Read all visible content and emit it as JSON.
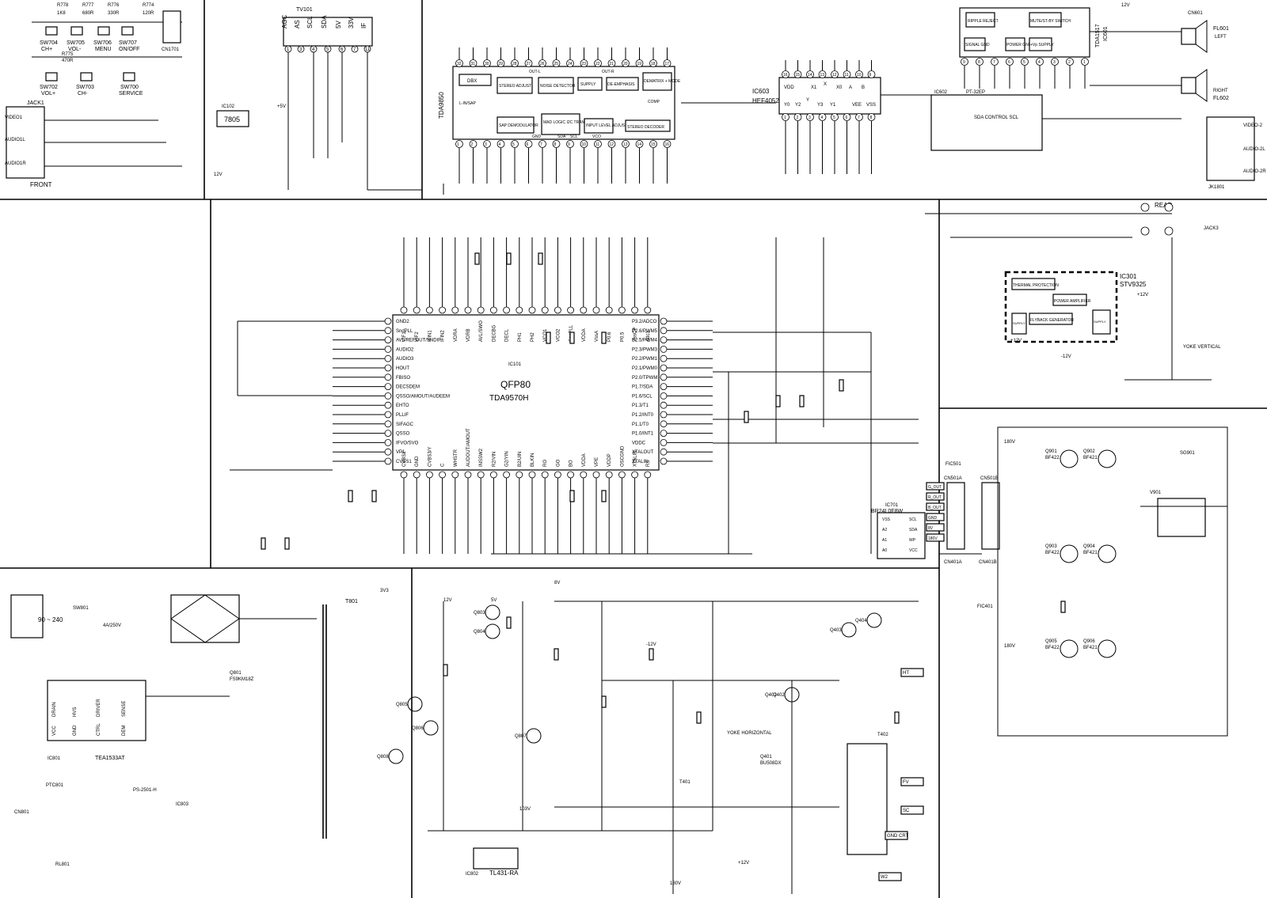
{
  "front": {
    "jack": "JACK1",
    "caption": "FRONT",
    "inputs": [
      "VIDEO1",
      "AUDIO1L",
      "AUDIO1R"
    ],
    "switches": [
      "SW704",
      "SW705",
      "SW706",
      "SW707",
      "SW702",
      "SW703",
      "SW700"
    ],
    "switch_labels": [
      "CH+",
      "VOL-",
      "MENU",
      "ON/OFF",
      "VOL+",
      "CH-",
      "SERVICE"
    ],
    "resistors": [
      "R778",
      "R777",
      "R776",
      "R775",
      "R774"
    ],
    "resistor_values": [
      "1K8",
      "680R",
      "330R",
      "470R",
      "120R"
    ],
    "connector": "CN1701"
  },
  "tuner": {
    "ref": "TV101",
    "pins": [
      "AGC",
      "AS",
      "SCL",
      "SDA",
      "5V",
      "33V",
      "IF"
    ],
    "pin_numbers": [
      "1",
      "3",
      "4",
      "5",
      "6",
      "7",
      "11"
    ],
    "regulator_ref": "IC102",
    "regulator": "7805",
    "supply": "12V",
    "plus5": "+5V"
  },
  "sound": {
    "ref": "TDA9850",
    "blocks": [
      "DBX",
      "STEREO ADJUST",
      "NOISE DETECTOR",
      "SUPPLY",
      "DE-EMPHASIS",
      "DEMATRIX + MODE",
      "SAP DEMODULATOR",
      "MAD LOGIC I2C TRANSCEIVER",
      "INPUT LEVEL ADJUST",
      "STEREO DECODER"
    ],
    "pins_top": [
      "32",
      "31",
      "30",
      "29",
      "28",
      "27",
      "26",
      "25",
      "24",
      "23",
      "22",
      "21",
      "20",
      "19",
      "18",
      "17"
    ],
    "pins_bottom": [
      "1",
      "2",
      "3",
      "4",
      "5",
      "6",
      "7",
      "8",
      "9",
      "10",
      "11",
      "12",
      "13",
      "14",
      "15",
      "16"
    ],
    "labels": [
      "L-IN/SAP",
      "OUT-L",
      "OUT-R",
      "SDA",
      "SCL",
      "VCO",
      "GND",
      "COMP"
    ]
  },
  "switch_ic": {
    "ref": "IC603",
    "part": "HEF4052",
    "pins_top": [
      "16",
      "15",
      "14",
      "13",
      "12",
      "11",
      "10",
      "9"
    ],
    "pins_bottom": [
      "1",
      "2",
      "3",
      "4",
      "5",
      "6",
      "7",
      "8"
    ],
    "labels": [
      "VDD",
      "X1",
      "X",
      "X0",
      "A",
      "B",
      "Y0",
      "Y2",
      "Y",
      "Y3",
      "Y1",
      "VEE",
      "VSS"
    ]
  },
  "audio_amp": {
    "ref": "TDA1517",
    "ic": "IC601",
    "blocks": [
      "RIPPLE REJECT",
      "MUTE/ST-BY SWITCH",
      "SIGNAL GND",
      "POWER GND",
      "+Vp SUPPLY"
    ],
    "pins": [
      "9",
      "8",
      "7",
      "6",
      "5",
      "4",
      "3",
      "2",
      "1"
    ],
    "control": "IC602",
    "control_part": "PT-32EP",
    "control_block": "SDA CONTROL SCL",
    "supply": "12V"
  },
  "speakers": {
    "left_ref": "FL601",
    "left_label": "LEFT",
    "right_ref": "FL602",
    "right_label": "RIGHT",
    "connector": "CN601"
  },
  "rear": {
    "caption": "REAR",
    "jack": "JK1801",
    "labels": [
      "VIDEO-2",
      "AUDIO-2L",
      "AUDIO-2R"
    ],
    "jack3": "JACK3"
  },
  "main_ic": {
    "package": "QFP80",
    "part": "TDA9570H",
    "ref": "IC101",
    "left_pins": [
      "GND2",
      "SndPLL",
      "AVL/REFOUT/SNDIF",
      "AUDIO2",
      "AUDIO3",
      "HOUT",
      "FBISO",
      "DECSDEM",
      "QSSO/AMOUT/AUDEEM",
      "EHTO",
      "PLLIF",
      "SIFAGC",
      "QSSO",
      "IFVO/SVO",
      "VP1",
      "CVBS1"
    ],
    "right_pins": [
      "P3.2/ADCO",
      "P2.6/PWM5",
      "P2.5/PWM4",
      "P2.3/PWM3",
      "P2.2/PWM1",
      "P2.1/PWM0",
      "P2.0/TPWM",
      "P1.7/SDA",
      "P1.6/SCL",
      "P1.3/T1",
      "P1.2/INT0",
      "P1.1/T0",
      "P1.0/INT1",
      "VDDC",
      "XTALOUT",
      "XTALIN"
    ],
    "top_pins": [
      "VIF1",
      "VIF2",
      "IFIN1",
      "IFIN2",
      "VDRA",
      "VDRB",
      "AVL/SWO",
      "DECBG",
      "DECL",
      "PH1",
      "PH2",
      "VCO1",
      "VCO2",
      "SecPLL",
      "VDDA",
      "VssA",
      "P0.6",
      "P0.5",
      "VssCP",
      "Adc3"
    ],
    "bottom_pins": [
      "CVBS2",
      "GND",
      "CVBS3/Y",
      "C",
      "WHSTR",
      "AUDOUT/AMOUT",
      "INSSW2",
      "R2/VIN",
      "G2/YIN",
      "B2/UIN",
      "BLKIN",
      "RO",
      "GO",
      "BO",
      "VDDA",
      "VPE",
      "VDDP",
      "OSCGND",
      "XTALIN",
      "RS"
    ]
  },
  "eeprom": {
    "ref": "IC701",
    "part": "BR24L0F8W",
    "pins": [
      "VSS",
      "A2",
      "A1",
      "A0",
      "SCL",
      "SDA",
      "WP",
      "VCC"
    ]
  },
  "vertical": {
    "ref": "IC301",
    "part": "STV9325",
    "blocks": [
      "THERMAL PROTECTION",
      "POWER AMPLIFIER",
      "FLYBACK GENERATOR",
      "SUPPLY",
      "SUPPLY"
    ],
    "yoke": "YOKE VERTICAL",
    "supplies": [
      "+12V",
      "-12V",
      "+12V"
    ]
  },
  "crt": {
    "ref": "V901",
    "socket": "SG901",
    "connectors": [
      "CN501A",
      "CN501B",
      "FIC501",
      "CN401A",
      "CN401B",
      "FIC401"
    ],
    "signals": [
      "G_OUT",
      "R_OUT",
      "B_OUT",
      "GND",
      "8V",
      "180V"
    ],
    "drivers": [
      "Q901",
      "Q902",
      "Q903",
      "Q904",
      "Q905",
      "Q906"
    ],
    "driver_parts": [
      "BF422",
      "BF421",
      "BF422",
      "BF421",
      "BF422",
      "BF421"
    ],
    "supply": "180V"
  },
  "power": {
    "mains": "90 ~ 240",
    "switch": "SW801",
    "fuse": "4A/250V",
    "smps_ic": "IC801",
    "smps_part": "TEA1533AT",
    "smps_pins": [
      "DRAIN",
      "HVS",
      "DRIVER",
      "SENSE",
      "VCC",
      "GND",
      "CTRL",
      "DEM"
    ],
    "mosfet": "Q801",
    "mosfet_part": "FS9KM18Z",
    "transformer": "T801",
    "opto": "IC803",
    "opto_part": "PS-2501-H",
    "degauss": "PTC801",
    "relay": "RL801",
    "connector": "CN801"
  },
  "horizontal": {
    "driver": "Q402",
    "output": "Q401",
    "output_part": "BU508DX",
    "yoke": "YOKE HORIZONTAL",
    "flyback": "T401",
    "fbt": "T402",
    "shunt": "IC802",
    "shunt_part": "TL431-RA",
    "voltages": [
      "3V3",
      "5V",
      "8V",
      "12V",
      "+12V",
      "-12V",
      "103V",
      "180V"
    ],
    "fbt_terminals": [
      "HT",
      "FV",
      "SC",
      "GND CRT",
      "W2"
    ],
    "components": [
      "Q803",
      "Q804",
      "Q805",
      "Q806",
      "Q807",
      "Q808",
      "Q402",
      "Q403",
      "Q404"
    ]
  }
}
